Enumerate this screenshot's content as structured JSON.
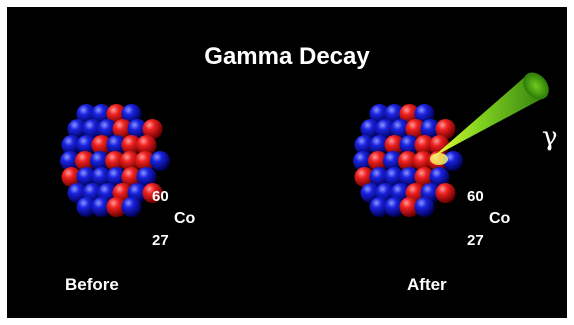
{
  "title": "Gamma Decay",
  "before": {
    "label": "Before",
    "mass_number": "60",
    "element": "Co",
    "atomic_number": "27"
  },
  "after": {
    "label": "After",
    "mass_number": "60",
    "element": "Co",
    "atomic_number": "27"
  },
  "gamma_symbol": "γ",
  "colors": {
    "background": "#000000",
    "proton": "#e8101a",
    "neutron": "#1420d8",
    "gamma_ray": "#7fe020",
    "text": "#ffffff"
  }
}
